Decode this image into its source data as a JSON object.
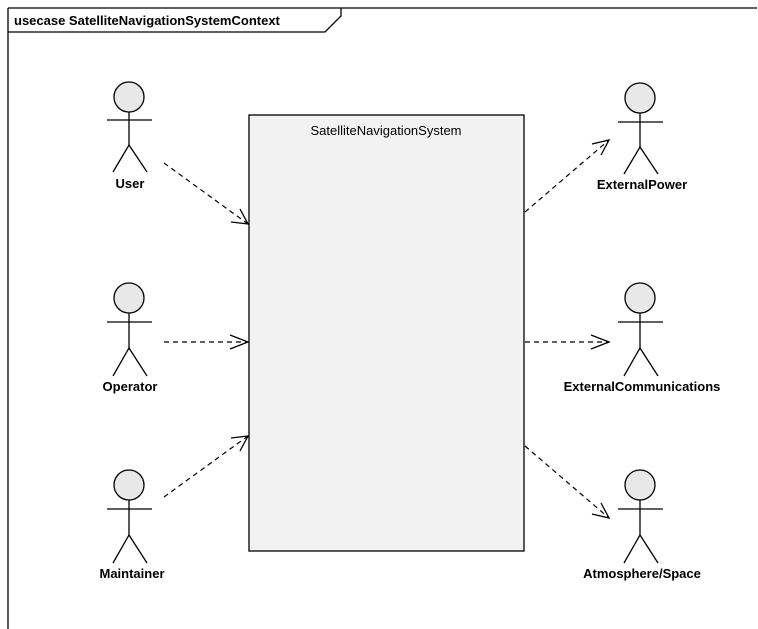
{
  "frame": {
    "title": "usecase SatelliteNavigationSystemContext"
  },
  "system": {
    "name": "SatelliteNavigationSystem",
    "fill": "#f2f2f2"
  },
  "actors": {
    "user": {
      "label": "User"
    },
    "operator": {
      "label": "Operator"
    },
    "maintainer": {
      "label": "Maintainer"
    },
    "external_power": {
      "label": "ExternalPower"
    },
    "external_communications": {
      "label": "ExternalCommunications"
    },
    "atmosphere_space": {
      "label": "Atmosphere/Space"
    }
  },
  "relationships": [
    {
      "from": "User",
      "to": "SatelliteNavigationSystem",
      "kind": "dependency"
    },
    {
      "from": "Operator",
      "to": "SatelliteNavigationSystem",
      "kind": "dependency"
    },
    {
      "from": "Maintainer",
      "to": "SatelliteNavigationSystem",
      "kind": "dependency"
    },
    {
      "from": "SatelliteNavigationSystem",
      "to": "ExternalPower",
      "kind": "dependency"
    },
    {
      "from": "SatelliteNavigationSystem",
      "to": "ExternalCommunications",
      "kind": "dependency"
    },
    {
      "from": "SatelliteNavigationSystem",
      "to": "Atmosphere/Space",
      "kind": "dependency"
    }
  ]
}
